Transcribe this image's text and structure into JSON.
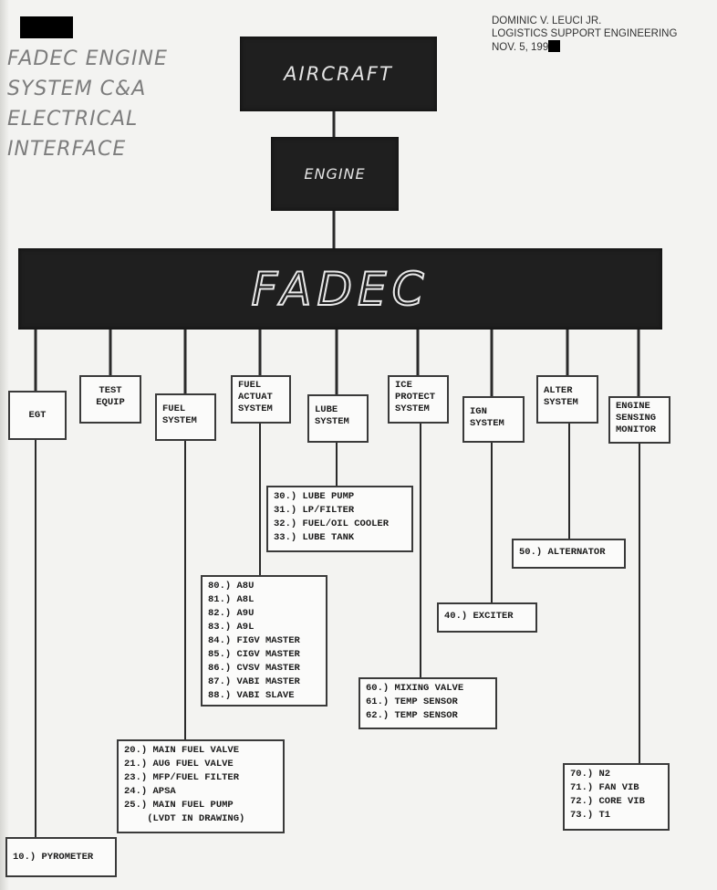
{
  "title_lines": [
    "FADEC ENGINE",
    "SYSTEM C&A",
    "ELECTRICAL",
    "INTERFACE"
  ],
  "author": {
    "name": "DOMINIC V. LEUCI JR.",
    "department": "LOGISTICS SUPPORT ENGINEERING",
    "date_visible": "NOV. 5, 199"
  },
  "hierarchy": {
    "aircraft": "AIRCRAFT",
    "engine": "ENGINE",
    "fadec": "FADEC"
  },
  "subsystems": {
    "egt": "EGT",
    "test_equip": "TEST\nEQUIP",
    "fuel_system": "FUEL\nSYSTEM",
    "fuel_actuat_system": "FUEL\nACTUAT\nSYSTEM",
    "lube_system": "LUBE\nSYSTEM",
    "ice_protect_system": "ICE\nPROTECT\nSYSTEM",
    "ign_system": "IGN\nSYSTEM",
    "alter_system": "ALTER\nSYSTEM",
    "engine_sensing_monitor": "ENGINE\nSENSING\nMONITOR"
  },
  "components": {
    "lube": [
      "30.) LUBE PUMP",
      "31.) LP/FILTER",
      "32.) FUEL/OIL COOLER",
      "33.) LUBE TANK"
    ],
    "alternator": [
      "50.) ALTERNATOR"
    ],
    "exciter": [
      "40.) EXCITER"
    ],
    "fuel_actuat": [
      "80.) A8U",
      "81.) A8L",
      "82.) A9U",
      "83.) A9L",
      "84.) FIGV MASTER",
      "85.) CIGV MASTER",
      "86.) CVSV MASTER",
      "87.) VABI MASTER",
      "88.) VABI SLAVE"
    ],
    "ice_protect": [
      "60.) MIXING VALVE",
      "61.) TEMP SENSOR",
      "62.) TEMP SENSOR"
    ],
    "fuel": [
      "20.) MAIN FUEL VALVE",
      "21.) AUG FUEL VALVE",
      "23.) MFP/FUEL FILTER",
      "24.) APSA",
      "25.) MAIN FUEL PUMP",
      "    (LVDT IN DRAWING)"
    ],
    "engine_sensing": [
      "70.) N2",
      "71.) FAN VIB",
      "72.) CORE VIB",
      "73.) T1"
    ],
    "egt": [
      "10.) PYROMETER"
    ]
  }
}
